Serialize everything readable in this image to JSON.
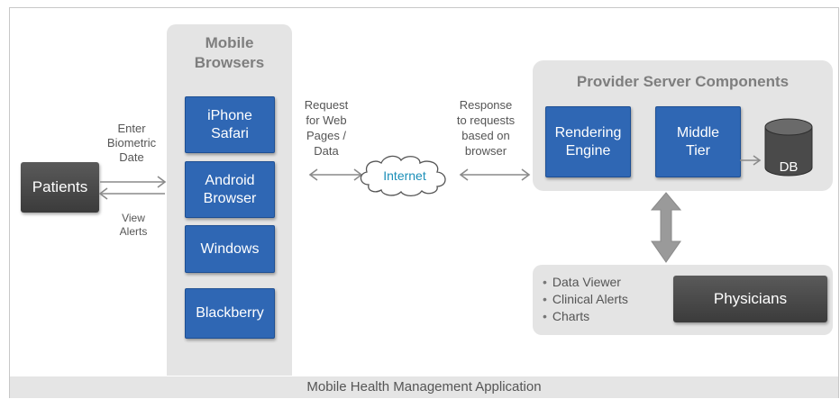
{
  "patients": "Patients",
  "patient_in_label": [
    "Enter",
    "Biometric",
    "Date"
  ],
  "patient_out_label": [
    "View",
    "Alerts"
  ],
  "mobile": {
    "title": [
      "Mobile",
      "Browsers"
    ],
    "items": [
      [
        "iPhone",
        "Safari"
      ],
      [
        "Android",
        "Browser"
      ],
      [
        "Windows"
      ],
      [
        "Blackberry"
      ]
    ]
  },
  "request_label": [
    "Request",
    "for Web",
    "Pages /",
    "Data"
  ],
  "internet": "Internet",
  "response_label": [
    "Response",
    "to requests",
    "based on",
    "browser"
  ],
  "provider": {
    "title": "Provider Server Components",
    "rendering": [
      "Rendering",
      "Engine"
    ],
    "middle": [
      "Middle",
      "Tier"
    ],
    "db": "DB"
  },
  "physician_panel": {
    "bullets": [
      "Data Viewer",
      "Clinical Alerts",
      "Charts"
    ],
    "physicians": "Physicians"
  },
  "caption": "Mobile Health Management Application",
  "colors": {
    "blue": "#2f67b4",
    "panel": "#e4e4e4",
    "dark": "#4a4a4a",
    "arrow": "#8a8a8a",
    "internet_text": "#1b8fb8"
  }
}
